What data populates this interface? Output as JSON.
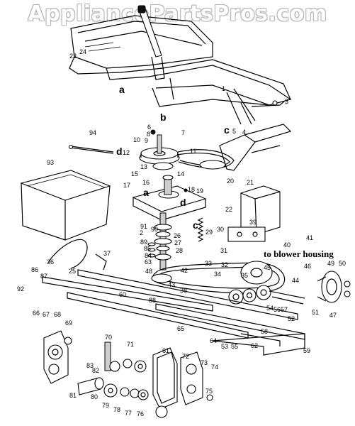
{
  "watermark": "AppliancePartsPros.com",
  "note": "to blower housing",
  "letters": [
    "a",
    "b",
    "c",
    "d"
  ],
  "callouts": [
    "1",
    "2",
    "3",
    "4",
    "5",
    "6",
    "7",
    "8",
    "9",
    "10",
    "11",
    "12",
    "13",
    "14",
    "15",
    "16",
    "17",
    "18",
    "19",
    "20",
    "21",
    "22",
    "23",
    "24",
    "25",
    "26",
    "27",
    "28",
    "29",
    "30",
    "31",
    "32",
    "33",
    "34",
    "35",
    "36",
    "37",
    "38",
    "39",
    "40",
    "41",
    "42",
    "43",
    "44",
    "45",
    "46",
    "47",
    "48",
    "49",
    "50",
    "51",
    "52",
    "53",
    "54",
    "55",
    "56",
    "57",
    "58",
    "59",
    "60",
    "61",
    "62",
    "63",
    "64",
    "65",
    "66",
    "67",
    "68",
    "69",
    "70",
    "71",
    "72",
    "73",
    "74",
    "75",
    "76",
    "77",
    "78",
    "79",
    "80",
    "81",
    "82",
    "83",
    "84",
    "85",
    "86",
    "87",
    "88",
    "89",
    "90",
    "91",
    "92",
    "93",
    "94"
  ]
}
